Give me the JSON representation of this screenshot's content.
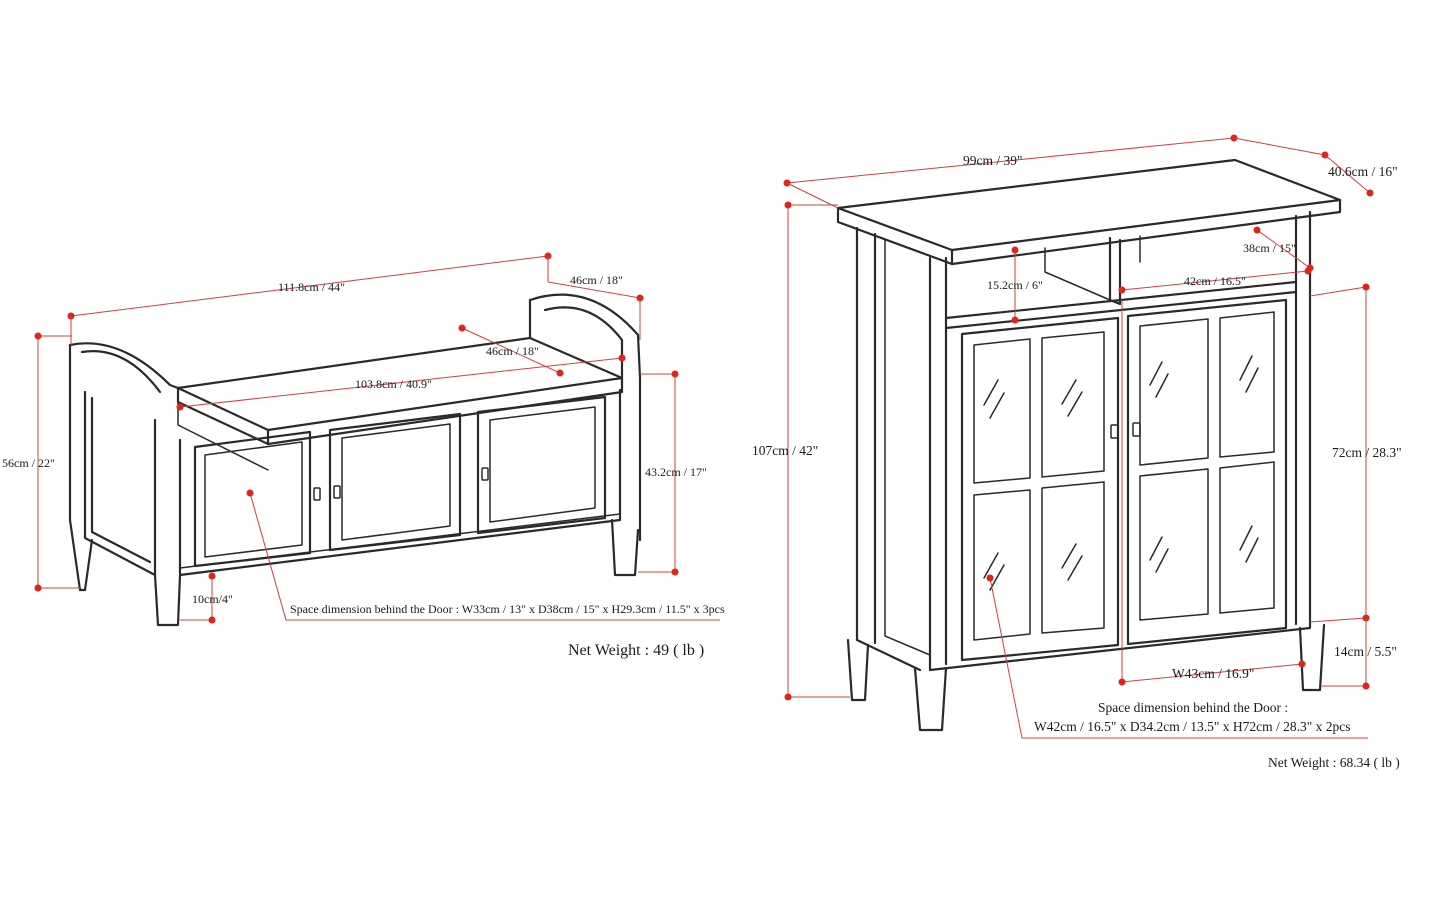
{
  "bench": {
    "width": "111.8cm / 44\"",
    "depth": "46cm / 18\"",
    "seat_depth": "46cm / 18\"",
    "seat_width": "103.8cm / 40.9\"",
    "height": "56cm / 22\"",
    "seat_height": "43.2cm / 17\"",
    "clearance": "10cm/4\"",
    "space_behind_door": "Space dimension behind the Door  : W33cm / 13\" x D38cm / 15\" x H29.3cm / 11.5\" x 3pcs",
    "net_weight": "Net Weight : 49 ( lb )"
  },
  "cabinet": {
    "width": "99cm / 39\"",
    "depth": "40.6cm / 16\"",
    "shelf_depth": "38cm / 15\"",
    "shelf_height": "15.2cm / 6\"",
    "shelf_width": "42cm / 16.5\"",
    "height": "107cm / 42\"",
    "door_height": "72cm / 28.3\"",
    "leg_height": "14cm / 5.5\"",
    "door_width": "W43cm / 16.9\"",
    "space_behind_door_title": "Space dimension behind the Door :",
    "space_behind_door": "W42cm / 16.5\" x D34.2cm / 13.5\" x H72cm / 28.3\" x 2pcs",
    "net_weight": "Net Weight : 68.34 ( lb )"
  },
  "colors": {
    "line": "#2a2a2a",
    "dimension": "#d0403f",
    "dot": "#e2231a"
  }
}
